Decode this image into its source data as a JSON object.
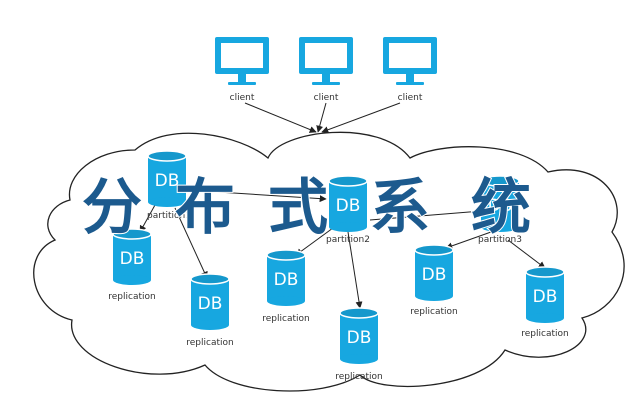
{
  "title": [
    "分",
    "布",
    "式",
    "系",
    "统"
  ],
  "clients": [
    {
      "label": "client"
    },
    {
      "label": "client"
    },
    {
      "label": "client"
    }
  ],
  "partitions": [
    {
      "db_text": "DB",
      "label": "partition1"
    },
    {
      "db_text": "DB",
      "label": "partition2"
    },
    {
      "db_text": "DB",
      "label": "partition3"
    }
  ],
  "replications": [
    {
      "db_text": "DB",
      "label": "replication"
    },
    {
      "db_text": "DB",
      "label": "replication"
    },
    {
      "db_text": "DB",
      "label": "replication"
    },
    {
      "db_text": "DB",
      "label": "replication"
    },
    {
      "db_text": "DB",
      "label": "replication"
    },
    {
      "db_text": "DB",
      "label": "replication"
    }
  ],
  "colors": {
    "node_fill": "#17a7e0",
    "title_text": "#1c5a8e",
    "edge": "#222222"
  }
}
